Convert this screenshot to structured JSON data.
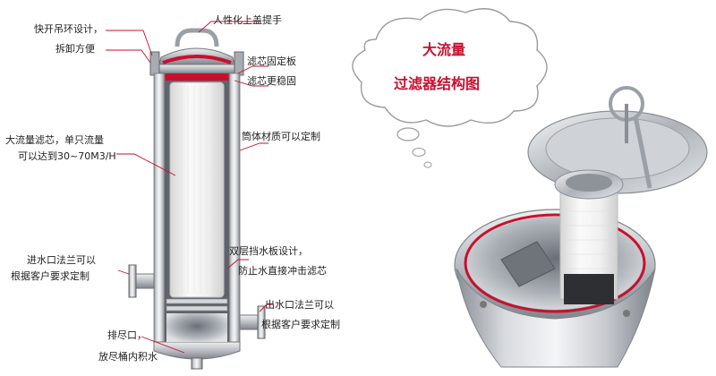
{
  "diagram": {
    "title_line1": "大流量",
    "title_line2": "过滤器结构图",
    "labels": {
      "quick_ring": "快开吊环设计，",
      "easy_disassembly": "拆卸方便",
      "handle": "人性化上盖提手",
      "cartridge_plate": "滤芯固定板",
      "cartridge_stable": "滤芯更稳固",
      "flow_line1": "大流量滤芯，单只流量",
      "flow_line2": "可以达到30~70M3/H",
      "body_material": "筒体材质可以定制",
      "inlet_line1": "进水口法兰可以",
      "inlet_line2": "根据客户要求定制",
      "baffle_line1": "双层挡水板设计，",
      "baffle_line2": "防止水直接冲击滤芯",
      "outlet_line1": "出水口法兰可以",
      "outlet_line2": "根据客户要求定制",
      "drain_line1": "排尽口，",
      "drain_line2": "放尽桶内积水"
    },
    "colors": {
      "accent_red": "#c8102e",
      "steel": "#b8bcc2",
      "cartridge": "#f2f2f2"
    }
  }
}
